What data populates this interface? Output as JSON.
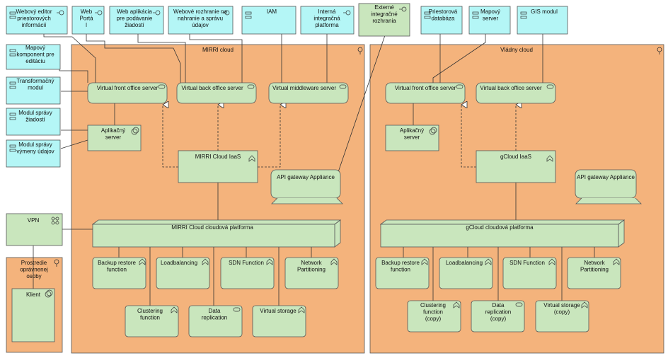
{
  "groups": {
    "mirri": "MIRRI cloud",
    "vladny": "Vládny cloud",
    "prostredie": "Prostredie\noprávnenej\nosoby"
  },
  "apps": {
    "webovy_editor": "Webový editor\npriestorových\ninformácií",
    "web_portal": "Web\nPortá\nl",
    "web_aplikacia": "Web aplikácia\npre podávanie\nžiadostí",
    "webove_rozhranie": "Webové rozhranie na\nnahranie a správu\núdajov",
    "iam": "IAM",
    "interna_platforma": "Interná\nintegračná\nplatforma",
    "externe_rozhrania": "Externé\nintegračné\nrozhrania",
    "priestorova_db": "Priestorová\ndatabáza",
    "mapovy_server": "Mapový\nserver",
    "gis_modul": "GIS modul",
    "mapovy_komponent": "Mapový\nkomponent pre\neditáciu",
    "transformacny_modul": "Transformačný\nmodul",
    "modul_ziadosti": "Modul správy\nžiadostí",
    "modul_vymeny": "Modul správy\nvýmeny údajov"
  },
  "mirri_nodes": {
    "front_office": "Virtual front office server",
    "back_office": "Virtual back office server",
    "middleware": "Virtual middleware server",
    "aplikacny_server": "Aplikačný\nserver",
    "iaas": "MIRRI Cloud IaaS",
    "api_gateway": "API gateway Appliance",
    "platforma": "MIRRI Cloud cloudová platforma",
    "backup": "Backup restore\nfunction",
    "loadbalancing": "Loadbalancing",
    "sdn": "SDN Function",
    "network": "Network\nPartitioning",
    "clustering": "Clustering\nfunction",
    "data_replication": "Data\nreplication",
    "virtual_storage": "Virtual storage"
  },
  "gov_nodes": {
    "front_office": "Virtual front office server",
    "back_office": "Virtual back office server",
    "aplikacny_server": "Aplikačný\nserver",
    "iaas": "gCloud IaaS",
    "api_gateway": "API gateway Appliance",
    "platforma": "gCloud cloudová platforma",
    "backup": "Backup restore\nfunction",
    "loadbalancing": "Loadbalancing",
    "sdn": "SDN Function",
    "network": "Network\nPartitioning",
    "clustering": "Clustering\nfunction\n(copy)",
    "data_replication": "Data\nreplication\n(copy)",
    "virtual_storage": "Virtual storage\n(copy)"
  },
  "vpn": "VPN",
  "klient": "Klient",
  "colors": {
    "location": "#f4b37c",
    "application": "#b4f6f6",
    "technology": "#c9e6bd",
    "border": "#555555"
  }
}
